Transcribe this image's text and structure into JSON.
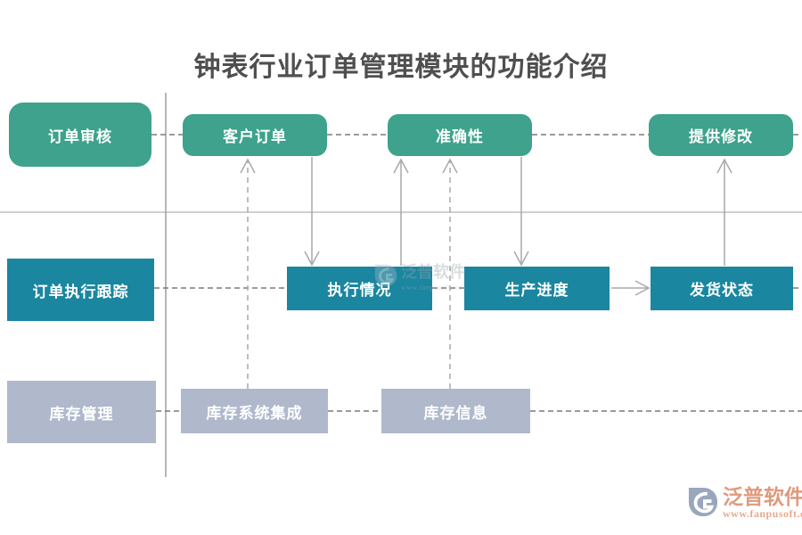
{
  "title": "钟表行业订单管理模块的功能介绍",
  "colors": {
    "green": "#3EA28C",
    "teal": "#1A86A0",
    "gray_blue": "#AFB9CB",
    "divider_line": "#9f9f9f",
    "dashed_line": "#7a7a7a",
    "arrow_line": "#a9a9a9",
    "title_text": "#4f4f4f",
    "watermark_orange": "#df9a7c"
  },
  "lanes": [
    {
      "label": "订单审核"
    },
    {
      "label": "订单执行跟踪"
    },
    {
      "label": "库存管理"
    }
  ],
  "nodes": {
    "row1": [
      {
        "label": "客户订单"
      },
      {
        "label": "准确性"
      },
      {
        "label": "提供修改"
      }
    ],
    "row2": [
      {
        "label": "执行情况"
      },
      {
        "label": "生产进度"
      },
      {
        "label": "发货状态"
      }
    ],
    "row3": [
      {
        "label": "库存系统集成"
      },
      {
        "label": "库存信息"
      }
    ]
  },
  "connections": [
    {
      "from": "库存系统集成",
      "to": "客户订单",
      "style": "dashed",
      "direction": "up"
    },
    {
      "from": "客户订单",
      "to": "执行情况",
      "style": "solid",
      "direction": "down"
    },
    {
      "from": "执行情况",
      "to": "准确性",
      "style": "solid",
      "direction": "up"
    },
    {
      "from": "库存信息",
      "to": "准确性",
      "style": "dashed",
      "direction": "up"
    },
    {
      "from": "准确性",
      "to": "生产进度",
      "style": "solid",
      "direction": "down"
    },
    {
      "from": "生产进度",
      "to": "发货状态",
      "style": "solid",
      "direction": "right"
    },
    {
      "from": "发货状态",
      "to": "提供修改",
      "style": "solid",
      "direction": "up"
    }
  ],
  "watermark": {
    "brand": "泛普软件",
    "url": "www.fanpusoft.com"
  }
}
